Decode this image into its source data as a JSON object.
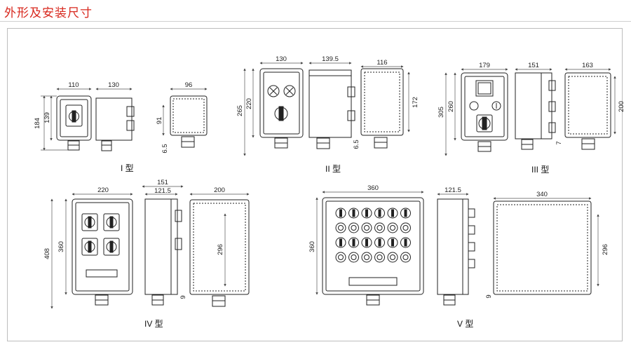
{
  "title": "外形及安装尺寸",
  "types": {
    "t1": {
      "label": "I 型",
      "dims": {
        "front_width": "110",
        "side_width": "130",
        "back_width": "96",
        "height_total": "184",
        "height_body": "139",
        "height_back": "91",
        "offset": "6.5"
      }
    },
    "t2": {
      "label": "II 型",
      "dims": {
        "front_width": "130",
        "side_width": "139.5",
        "back_width": "116",
        "height_total": "265",
        "height_body": "220",
        "height_back": "172",
        "offset": "6.5"
      }
    },
    "t3": {
      "label": "III 型",
      "dims": {
        "front_width": "179",
        "side_width": "151",
        "back_width": "163",
        "height_total": "305",
        "height_body": "260",
        "height_back": "200",
        "offset": "7"
      }
    },
    "t4": {
      "label": "IV 型",
      "dims": {
        "front_width": "220",
        "side_width_outer": "151",
        "side_width_inner": "121.5",
        "back_width": "200",
        "height_total": "408",
        "height_body": "360",
        "height_back": "296",
        "offset": "9"
      }
    },
    "t5": {
      "label": "V 型",
      "dims": {
        "front_width": "360",
        "side_width": "121.5",
        "back_width": "340",
        "height_body": "360",
        "height_back": "296",
        "offset": "9"
      }
    }
  },
  "colors": {
    "title": "#d8281e",
    "line": "#222222",
    "dim": "#555555",
    "frame": "#bdbdbd"
  }
}
